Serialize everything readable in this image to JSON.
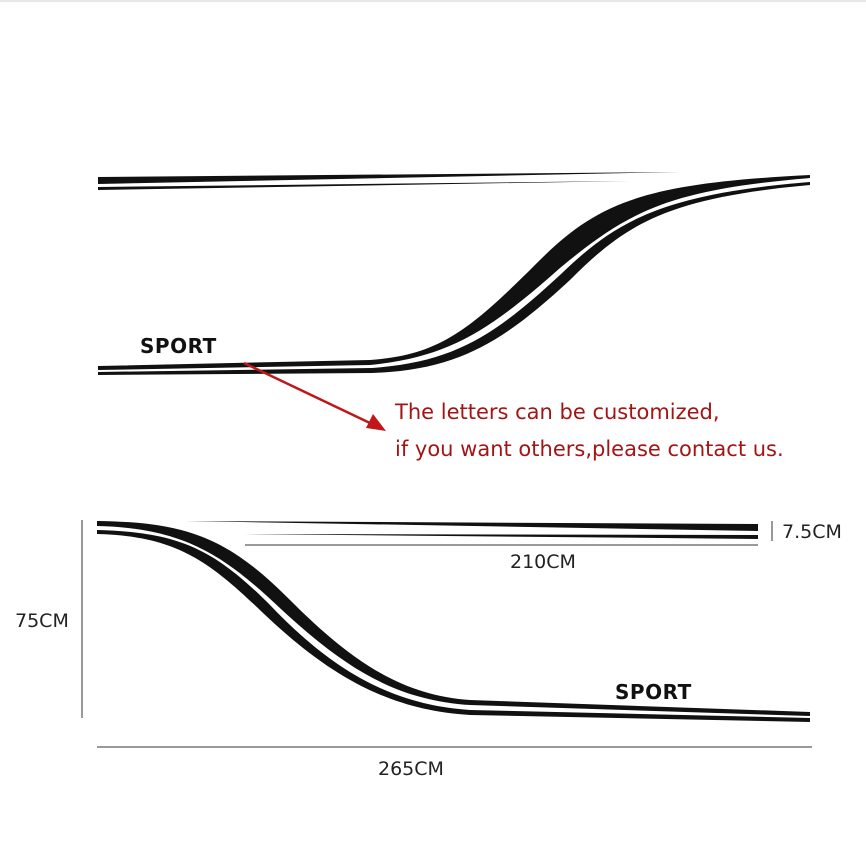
{
  "decal_top": {
    "text": "SPORT"
  },
  "decal_bottom": {
    "text": "SPORT"
  },
  "note": {
    "line1": "The letters can be customized,",
    "line2": "if you want others,please contact us."
  },
  "dimensions": {
    "stripe_width": "7.5CM",
    "short_stripe_length": "210CM",
    "height": "75CM",
    "total_length": "265CM"
  },
  "colors": {
    "stripe": "#111111",
    "note_text": "#a31515",
    "arrow": "#c0171a",
    "dimension_line": "#333333"
  }
}
